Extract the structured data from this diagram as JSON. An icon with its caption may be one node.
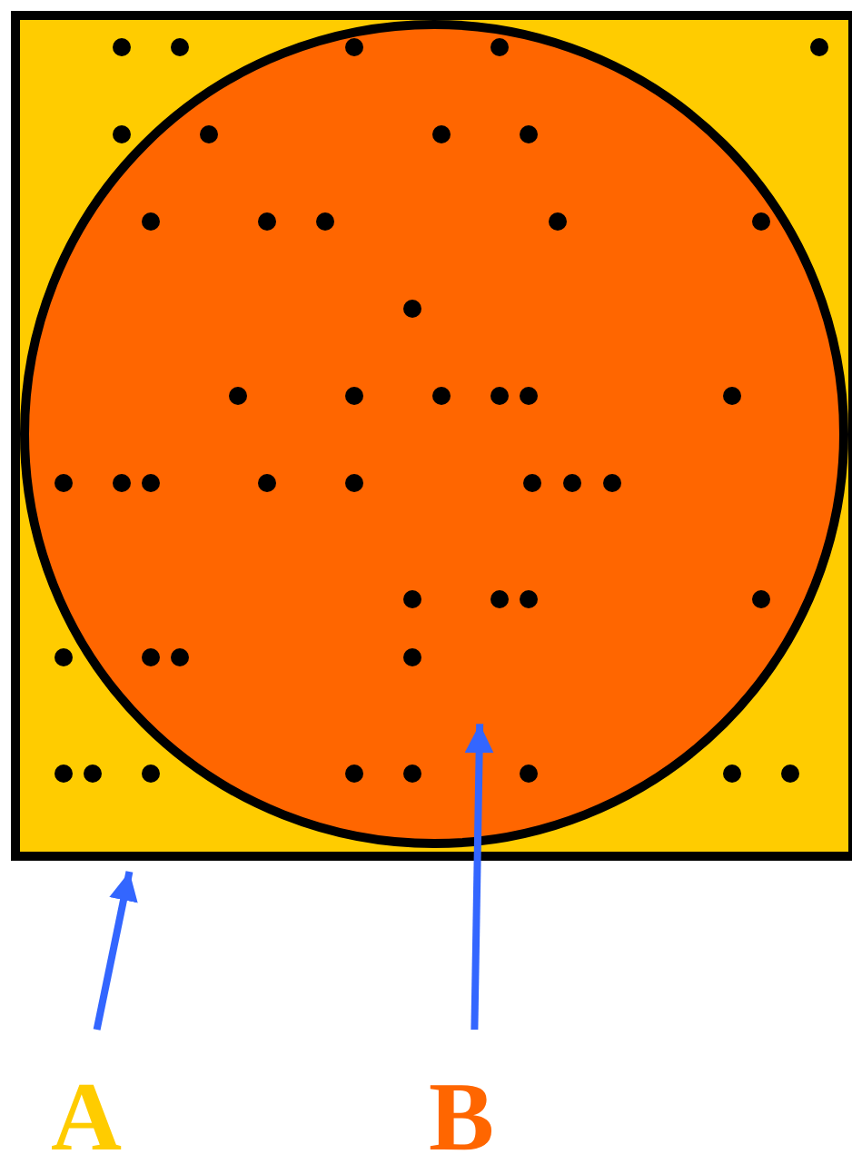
{
  "diagram": {
    "nodes": [
      {
        "text": [],
        "shape": "box"
      },
      {
        "text": [],
        "shape": "circle",
        "in": 0
      },
      {
        "text": [
          "A"
        ]
      },
      {
        "text": [
          "B"
        ]
      }
    ],
    "edges": [
      {
        "from": 2,
        "to": 0,
        "arrow": "to"
      },
      {
        "from": 3,
        "to": 1,
        "arrow": "to"
      }
    ]
  }
}
